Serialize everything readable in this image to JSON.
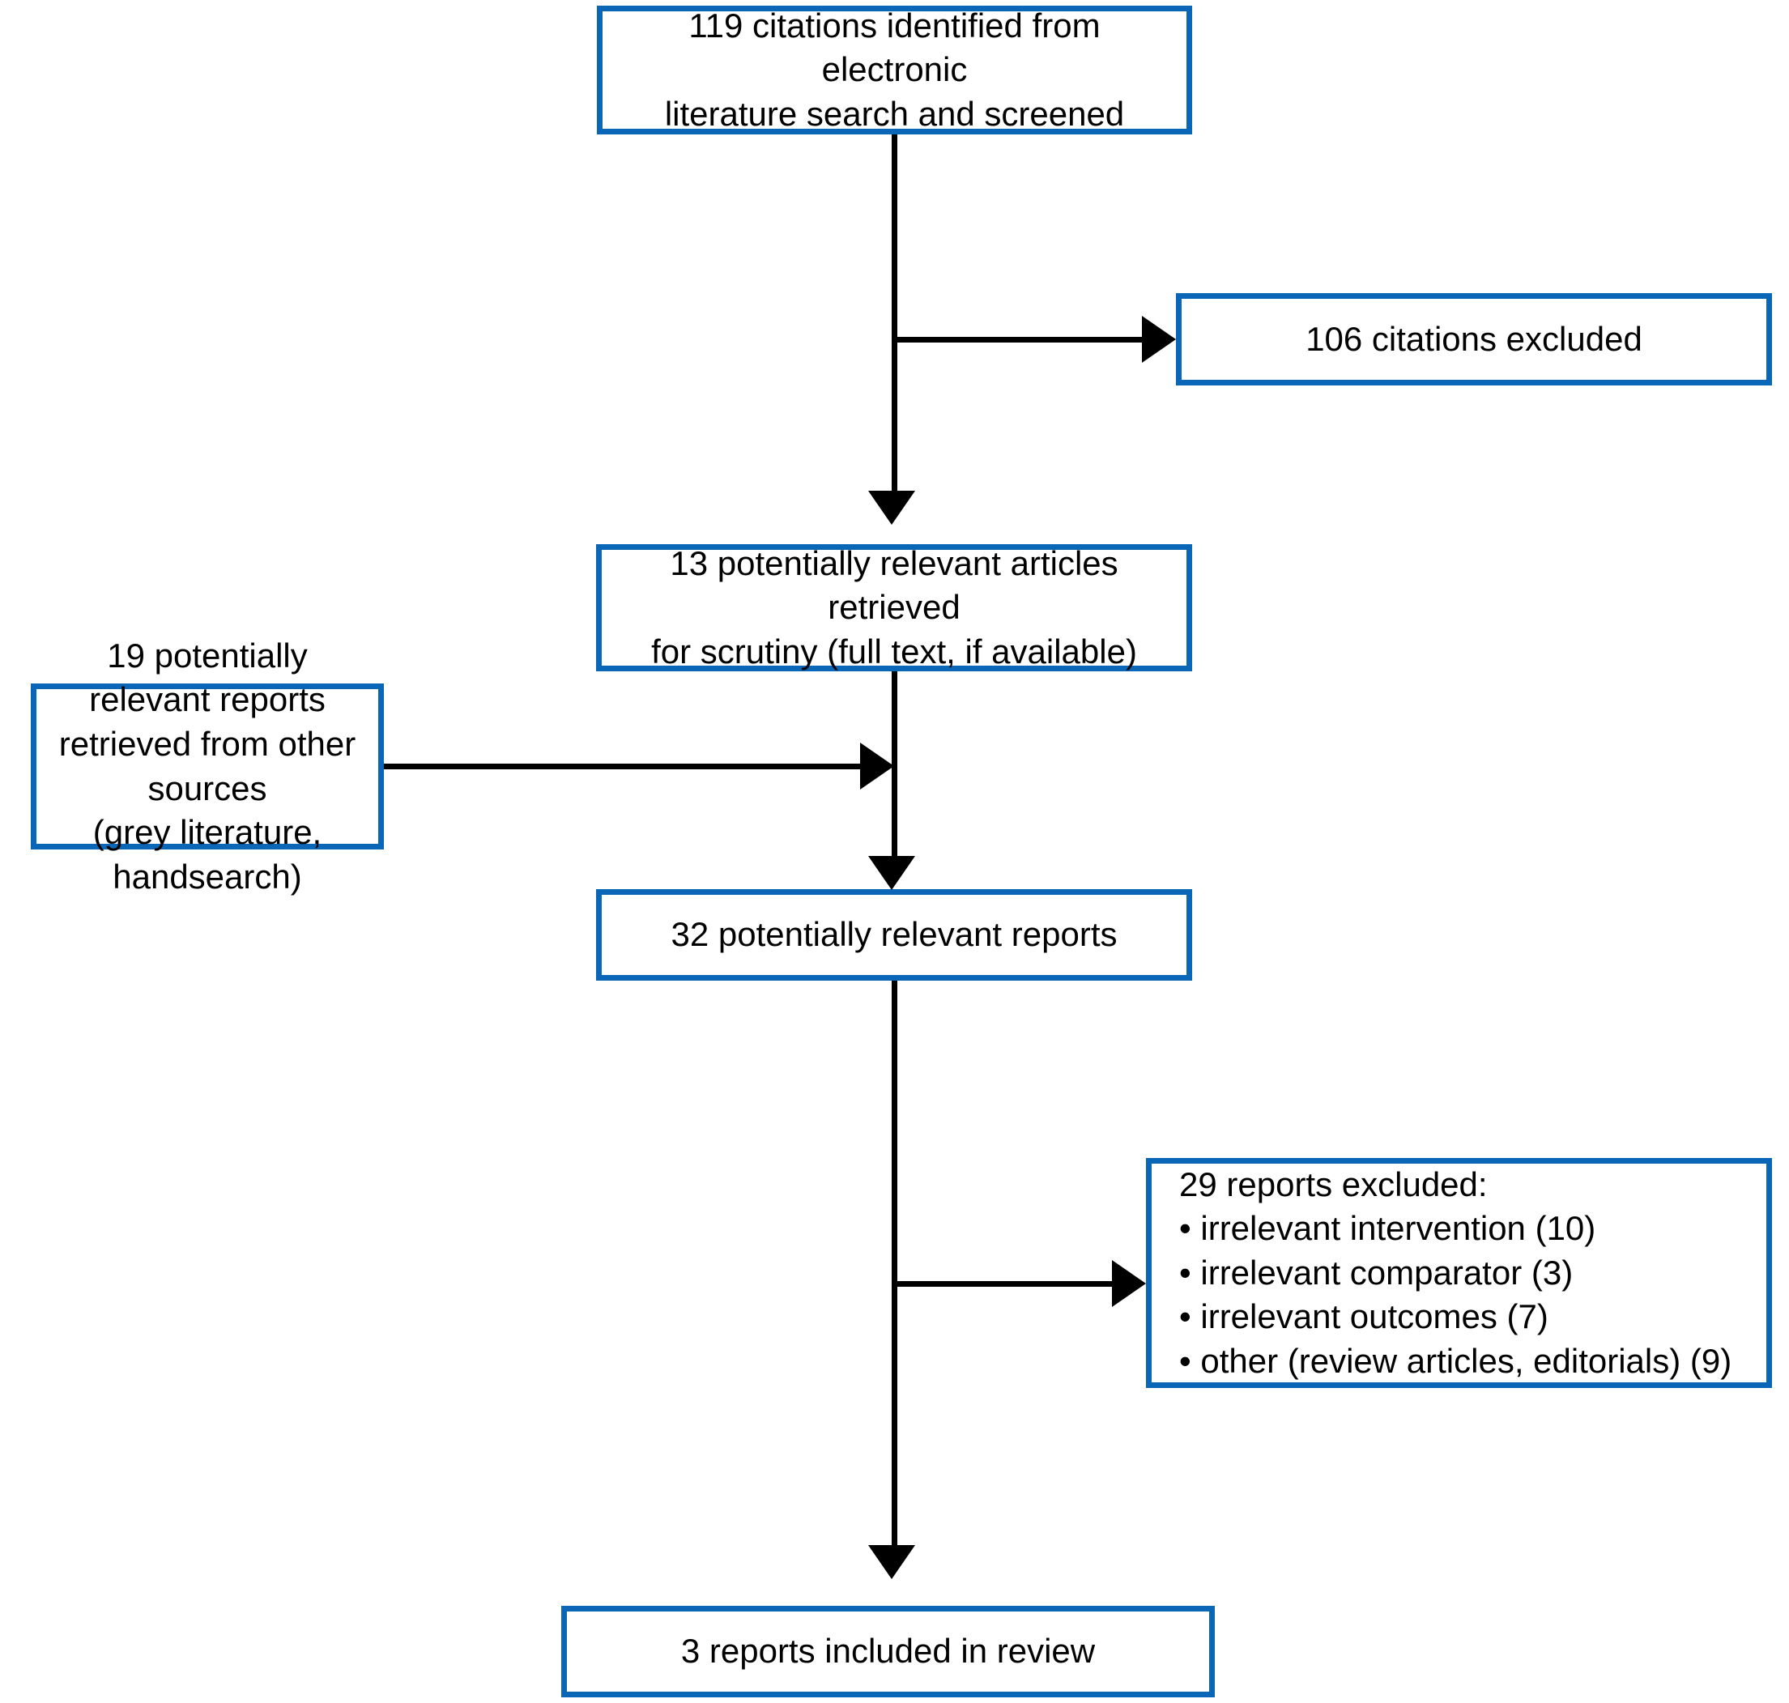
{
  "diagram": {
    "type": "prisma-study-flow",
    "accent_color": "#0a67b8",
    "connector_color": "#000000",
    "background_color": "#ffffff",
    "nodes": {
      "identified": {
        "label": "119 citations identified from electronic\nliterature search and screened",
        "count": 119
      },
      "excluded_citations": {
        "label": "106 citations excluded",
        "count": 106
      },
      "retrieved_articles": {
        "label": "13 potentially relevant articles retrieved\nfor scrutiny (full text, if available)",
        "count": 13
      },
      "other_sources": {
        "label": "19 potentially relevant reports\nretrieved from other sources\n(grey literature, handsearch)",
        "count": 19
      },
      "relevant_reports": {
        "label": "32 potentially relevant reports",
        "count": 32
      },
      "excluded_reports": {
        "label": "29 reports excluded:\n• irrelevant intervention (10)\n• irrelevant comparator (3)\n• irrelevant outcomes (7)\n• other (review articles, editorials) (9)",
        "count": 29,
        "reasons": [
          {
            "reason": "irrelevant intervention",
            "count": 10
          },
          {
            "reason": "irrelevant comparator",
            "count": 3
          },
          {
            "reason": "irrelevant outcomes",
            "count": 7
          },
          {
            "reason": "other (review articles, editorials)",
            "count": 9
          }
        ]
      },
      "included": {
        "label": "3 reports included in review",
        "count": 3
      }
    }
  }
}
